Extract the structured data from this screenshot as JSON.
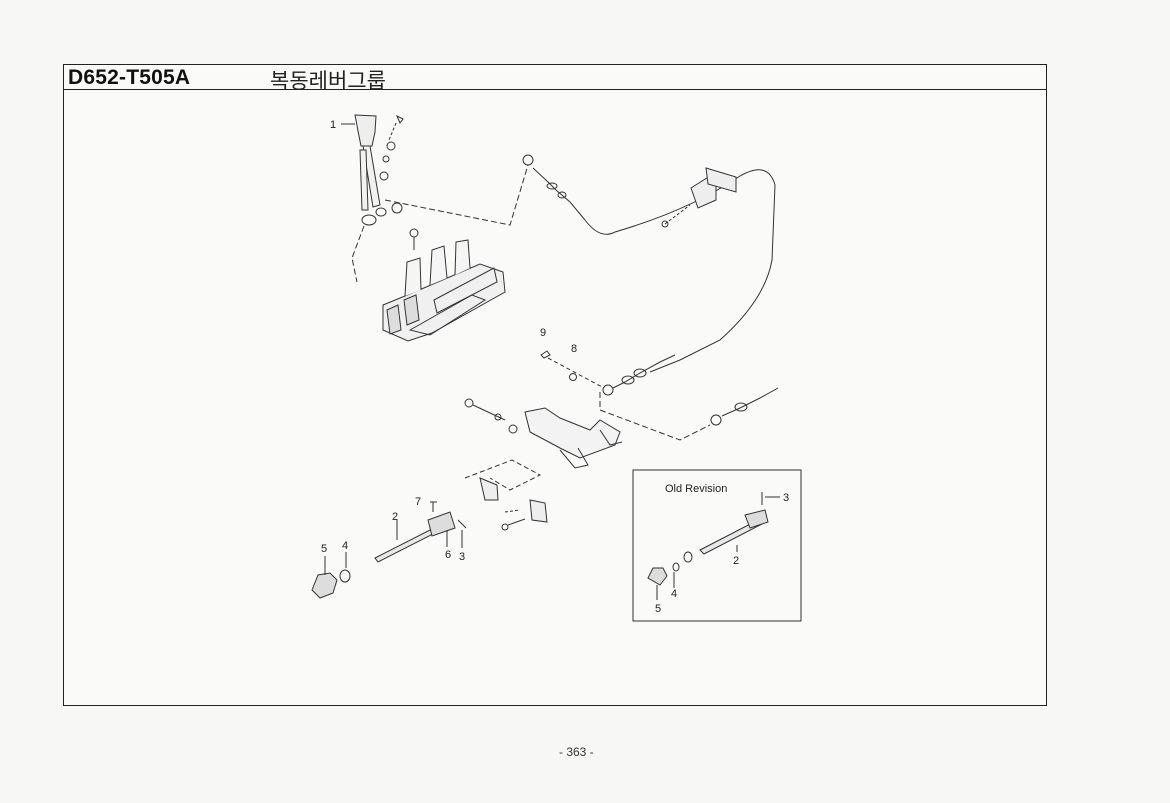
{
  "header": {
    "code": "D652-T505A",
    "title": "복동레버그룹"
  },
  "callouts": {
    "main": [
      {
        "id": "c1",
        "text": "1"
      },
      {
        "id": "c9",
        "text": "9"
      },
      {
        "id": "c8",
        "text": "8"
      },
      {
        "id": "c7",
        "text": "7"
      },
      {
        "id": "c2",
        "text": "2"
      },
      {
        "id": "c5",
        "text": "5"
      },
      {
        "id": "c4",
        "text": "4"
      },
      {
        "id": "c6",
        "text": "6"
      },
      {
        "id": "c3",
        "text": "3"
      }
    ],
    "inset": [
      {
        "id": "i3",
        "text": "3"
      },
      {
        "id": "i2",
        "text": "2"
      },
      {
        "id": "i4",
        "text": "4"
      },
      {
        "id": "i5",
        "text": "5"
      }
    ]
  },
  "inset": {
    "title": "Old Revision"
  },
  "footer": {
    "page_number": "- 363 -"
  }
}
